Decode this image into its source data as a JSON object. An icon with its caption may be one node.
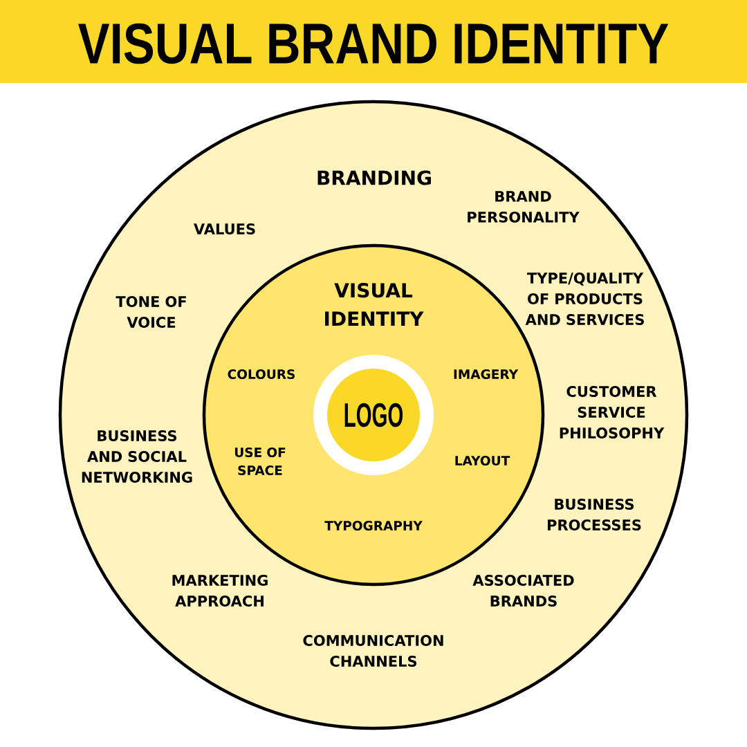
{
  "diagram": {
    "title": "VISUAL BRAND IDENTITY",
    "nodes": [
      {
        "text": [
          "BRANDING",
          "BRAND PERSONALITY",
          "VALUES",
          "TONE OF VOICE",
          "TYPE/QUALITY OF PRODUCTS AND SERVICES",
          "CUSTOMER SERVICE PHILOSOPHY",
          "BUSINESS AND SOCIAL NETWORKING",
          "BUSINESS PROCESSES",
          "MARKETING APPROACH",
          "ASSOCIATED BRANDS",
          "COMMUNICATION CHANNELS"
        ]
      },
      {
        "text": [
          "VISUAL IDENTITY",
          "COLOURS",
          "IMAGERY",
          "USE OF SPACE",
          "LAYOUT",
          "TYPOGRAPHY"
        ],
        "in": 0
      },
      {
        "text": [
          "LOGO"
        ],
        "in": 1
      }
    ]
  }
}
